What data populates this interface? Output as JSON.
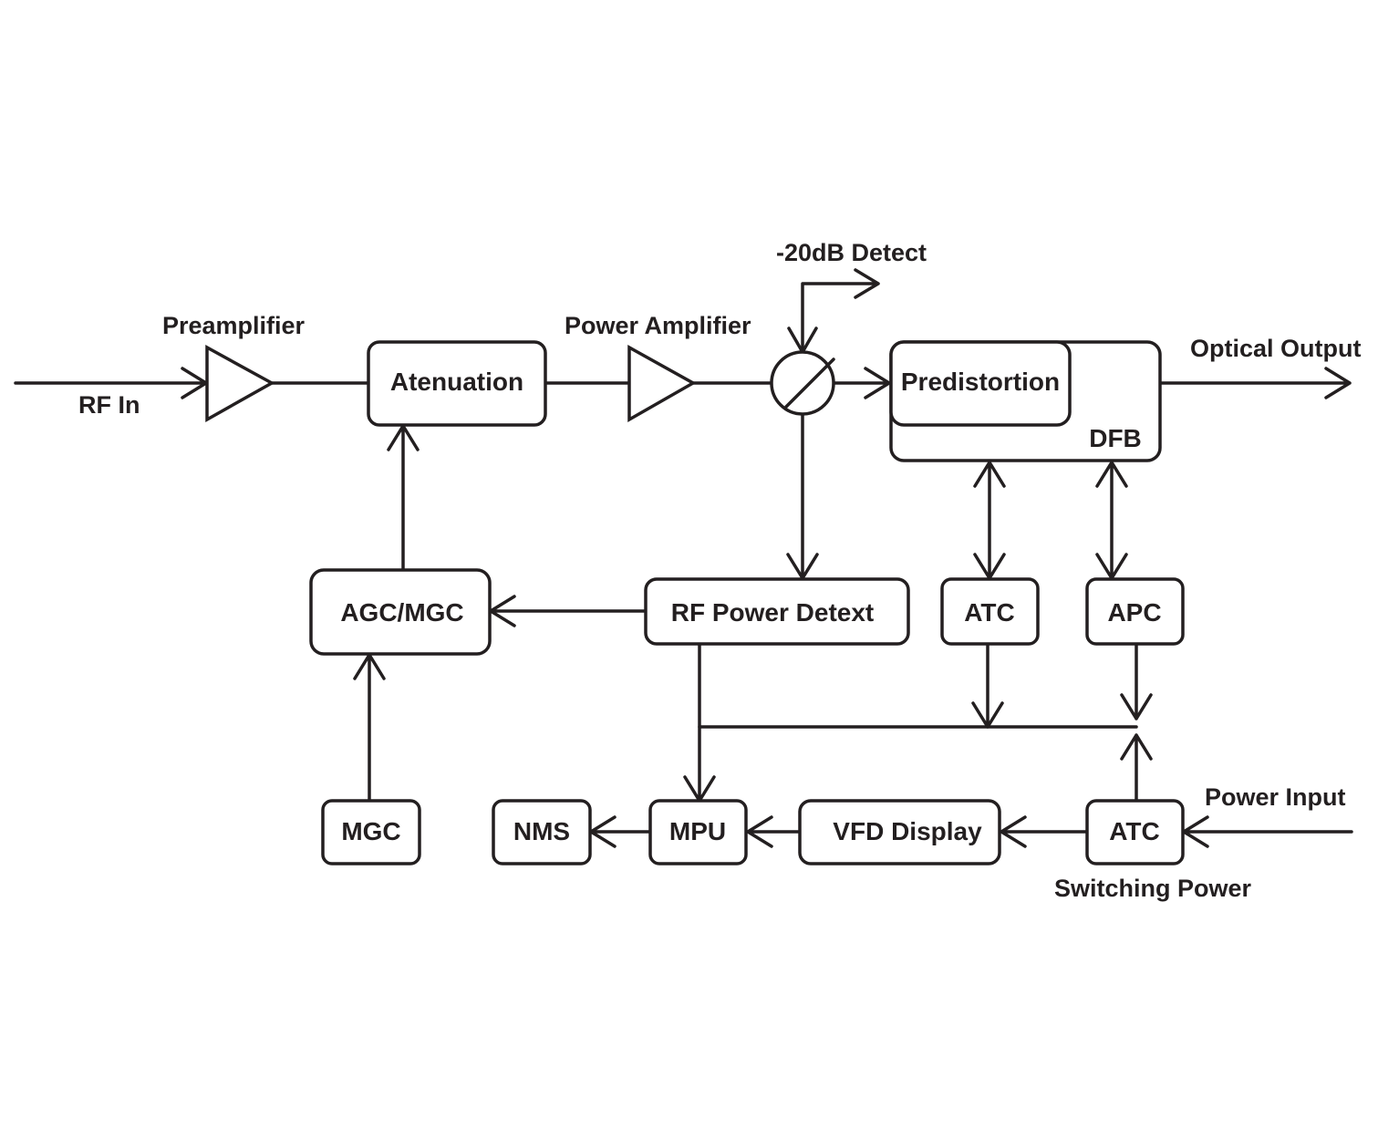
{
  "labels": {
    "rf_in": "RF In",
    "preamplifier": "Preamplifier",
    "power_amplifier": "Power Amplifier",
    "detect": "-20dB Detect",
    "optical_output": "Optical Output",
    "power_input": "Power Input",
    "switching_power": "Switching Power"
  },
  "blocks": {
    "atenuation": "Atenuation",
    "predistortion": "Predistortion",
    "dfb": "DFB",
    "agc_mgc": "AGC/MGC",
    "rf_power_detext": "RF Power Detext",
    "atc_upper": "ATC",
    "apc": "APC",
    "mgc": "MGC",
    "nms": "NMS",
    "mpu": "MPU",
    "vfd_display": "VFD Display",
    "atc_lower": "ATC"
  },
  "colors": {
    "ink": "#231f20",
    "background": "#ffffff"
  }
}
